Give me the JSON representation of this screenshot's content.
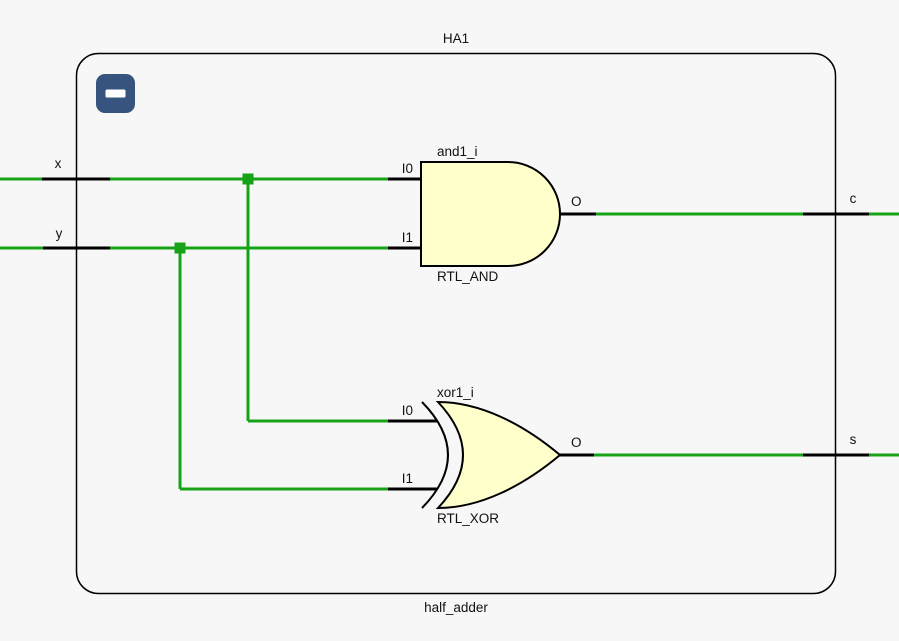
{
  "module": {
    "instance_label": "HA1",
    "type_label": "half_adder"
  },
  "icons": {
    "collapse": "minus-icon"
  },
  "ports": {
    "input_x": "x",
    "input_y": "y",
    "output_c": "c",
    "output_s": "s"
  },
  "gates": {
    "and": {
      "instance": "and1_i",
      "type": "RTL_AND",
      "pin_i0": "I0",
      "pin_i1": "I1",
      "pin_o": "O"
    },
    "xor": {
      "instance": "xor1_i",
      "type": "RTL_XOR",
      "pin_i0": "I0",
      "pin_i1": "I1",
      "pin_o": "O"
    }
  },
  "colors": {
    "background": "#f7f7f7",
    "net": "#17a317",
    "stub": "#000000",
    "gate_fill": "#ffffcc",
    "gate_stroke": "#000000",
    "module_stroke": "#000000",
    "collapse_bg": "#36547e",
    "collapse_fg": "#ffffff"
  }
}
